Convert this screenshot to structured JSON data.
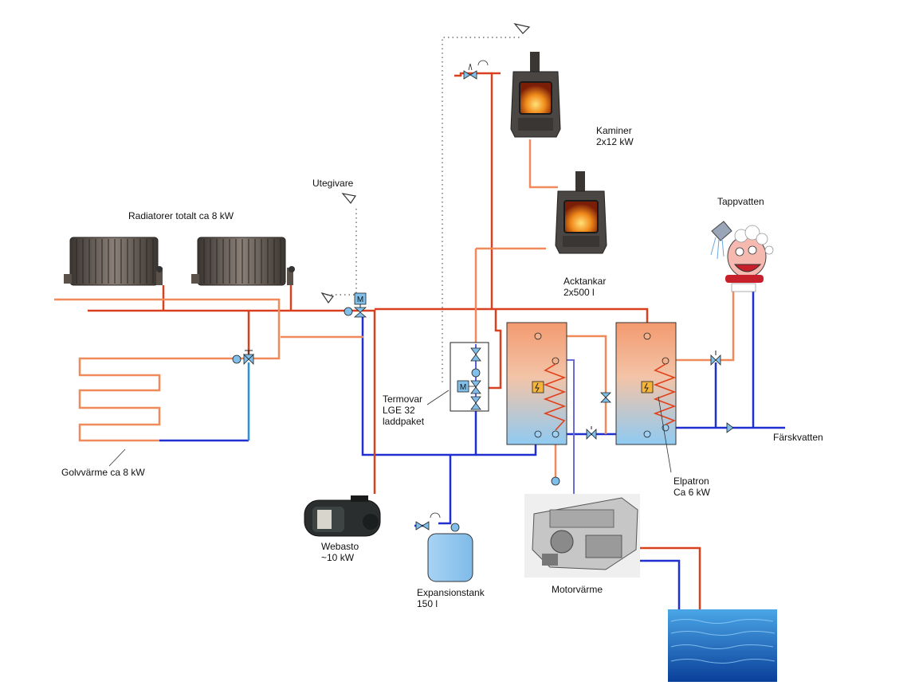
{
  "labels": {
    "radiators": "Radiatorer totalt ca 8 kW",
    "outdoor_sensor": "Utegivare",
    "stoves_line1": "Kaminer",
    "stoves_line2": "2x12 kW",
    "tanks_line1": "Acktankar",
    "tanks_line2": "2x500 l",
    "tap_water": "Tappvatten",
    "charging_line1": "Termovar",
    "charging_line2": "LGE 32",
    "charging_line3": "laddpaket",
    "floor_heating": "Golvvärme ca 8 kW",
    "webasto_line1": "Webasto",
    "webasto_line2": "~10 kW",
    "expansion_line1": "Expansionstank",
    "expansion_line2": "150 l",
    "engine_heat": "Motorvärme",
    "immersion_line1": "Elpatron",
    "immersion_line2": "Ca 6 kW",
    "fresh_water": "Färskvatten",
    "motor_symbol": "M"
  },
  "colors": {
    "hot_pipe": "#d9401f",
    "warm_pipe": "#f08a5a",
    "cold_pipe": "#1f2fd0",
    "light_pipe": "#2f8fd8",
    "tank_top": "#f4a27a",
    "tank_bottom": "#9fd0f4",
    "water": "#1f6fc4"
  }
}
